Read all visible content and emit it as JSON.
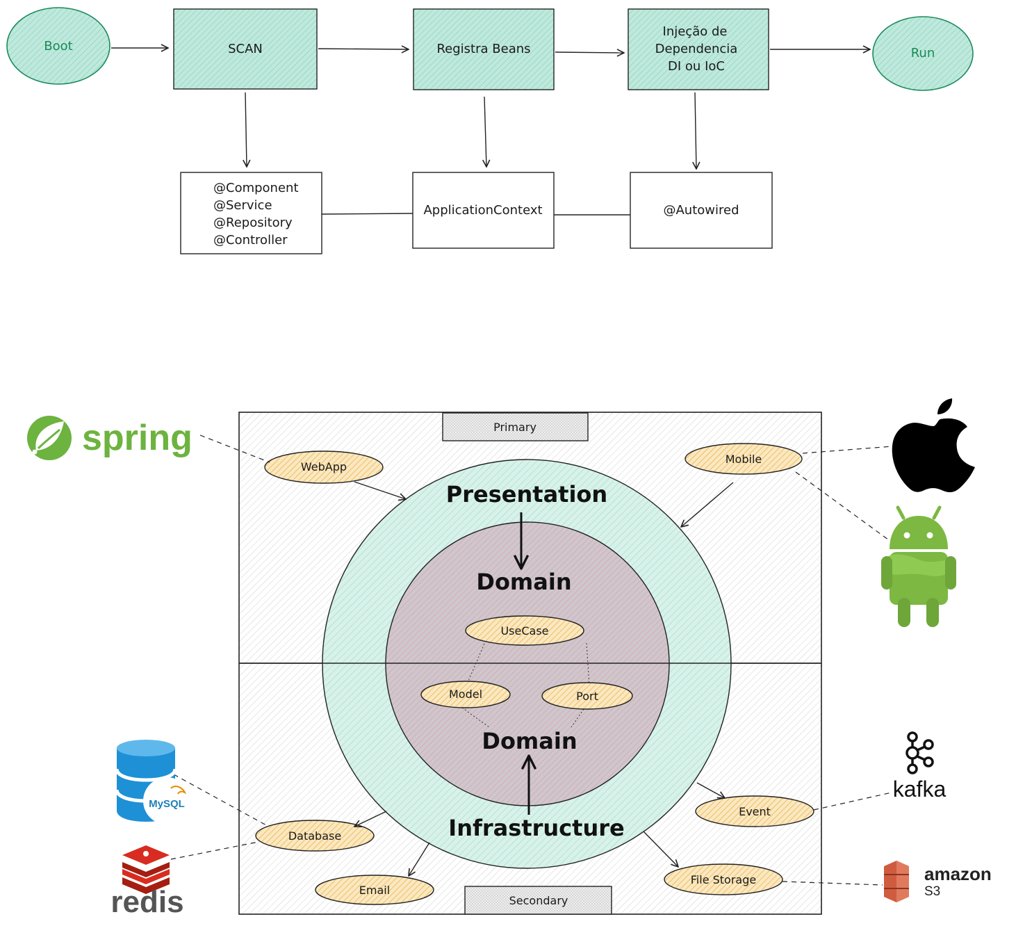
{
  "flow": {
    "boot": "Boot",
    "scan": "SCAN",
    "registra": "Registra Beans",
    "injecao": [
      "Injeção de",
      "Dependencia",
      "DI ou IoC"
    ],
    "run": "Run",
    "annotations": [
      "@Component",
      "@Service",
      "@Repository",
      "@Controller"
    ],
    "app_context": "ApplicationContext",
    "autowired": "@Autowired"
  },
  "hex": {
    "primary": "Primary",
    "secondary": "Secondary",
    "presentation": "Presentation",
    "domain_top": "Domain",
    "domain_bottom": "Domain",
    "infrastructure": "Infrastructure",
    "usecase": "UseCase",
    "model": "Model",
    "port": "Port",
    "webapp": "WebApp",
    "mobile": "Mobile",
    "database": "Database",
    "email": "Email",
    "event": "Event",
    "file_storage": "File Storage"
  },
  "logos": {
    "spring": "spring",
    "mysql": "MySQL",
    "redis": "redis",
    "kafka": "kafka",
    "amazon": "amazon",
    "s3": "S3"
  },
  "colors": {
    "green_fill": "#b2e6d6",
    "green_stroke": "#1b8a5a",
    "pink_fill": "#d9c2cc",
    "orange_fill": "#f6d79a",
    "spring_green": "#6db33f",
    "android_green": "#7cb842",
    "redis_red": "#d82c20",
    "aws_red": "#d05c3f",
    "mysql_blue": "#1e90d6"
  }
}
